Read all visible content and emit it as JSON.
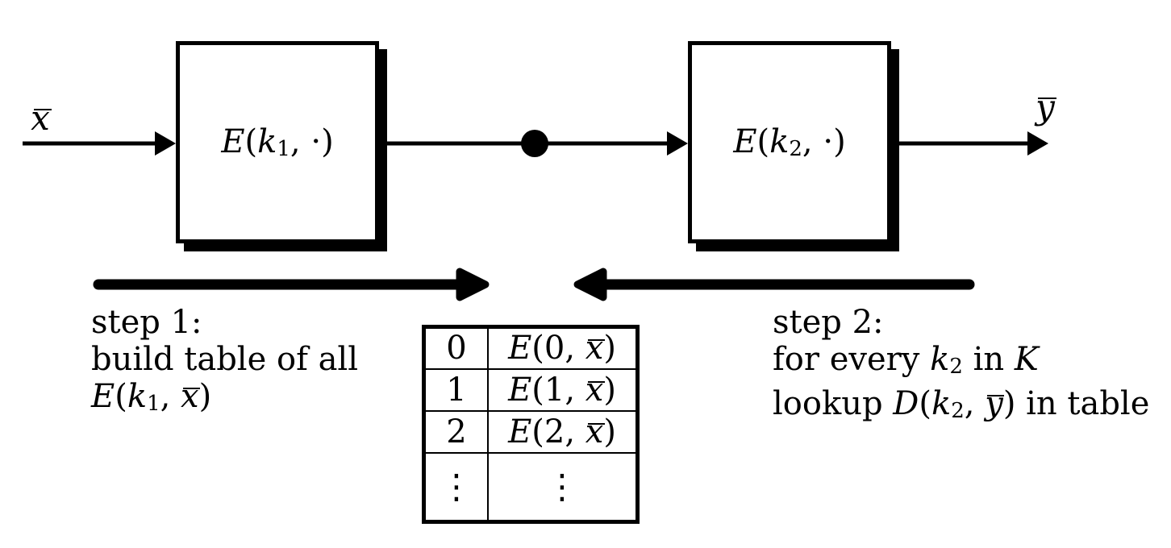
{
  "palette": {
    "ink": "#000000",
    "paper": "#ffffff"
  },
  "pipeline": {
    "input_label": "x",
    "output_label": "y",
    "encrypt1": {
      "fn": "E",
      "open": "(",
      "key": "k",
      "keysub": "1",
      "comma": ", ",
      "arg": "·",
      "close": ")"
    },
    "encrypt2": {
      "fn": "E",
      "open": "(",
      "key": "k",
      "keysub": "2",
      "comma": ", ",
      "arg": "·",
      "close": ")"
    }
  },
  "step1": {
    "title": "step 1:",
    "line2": "build table of all",
    "formula": {
      "fn": "E",
      "open": "(",
      "key": "k",
      "keysub": "1",
      "comma": ", ",
      "arg": "x",
      "close": ")"
    }
  },
  "step2": {
    "title": "step 2:",
    "line2": {
      "pre": "for every ",
      "key": "k",
      "keysub": "2",
      "mid": " in ",
      "calset": "K"
    },
    "line3": {
      "pre": "lookup ",
      "fn": "D",
      "open": "(",
      "key": "k",
      "keysub": "2",
      "comma": ", ",
      "arg": "y",
      "close": ")",
      "post": " in table"
    }
  },
  "table": {
    "rows": [
      {
        "key": "0",
        "fn": "E",
        "open": "(",
        "arg1": "0",
        "comma": ", ",
        "arg2": "x",
        "close": ")"
      },
      {
        "key": "1",
        "fn": "E",
        "open": "(",
        "arg1": "1",
        "comma": ", ",
        "arg2": "x",
        "close": ")"
      },
      {
        "key": "2",
        "fn": "E",
        "open": "(",
        "arg1": "2",
        "comma": ", ",
        "arg2": "x",
        "close": ")"
      },
      {
        "key": "⋮",
        "value": "⋮"
      }
    ]
  }
}
